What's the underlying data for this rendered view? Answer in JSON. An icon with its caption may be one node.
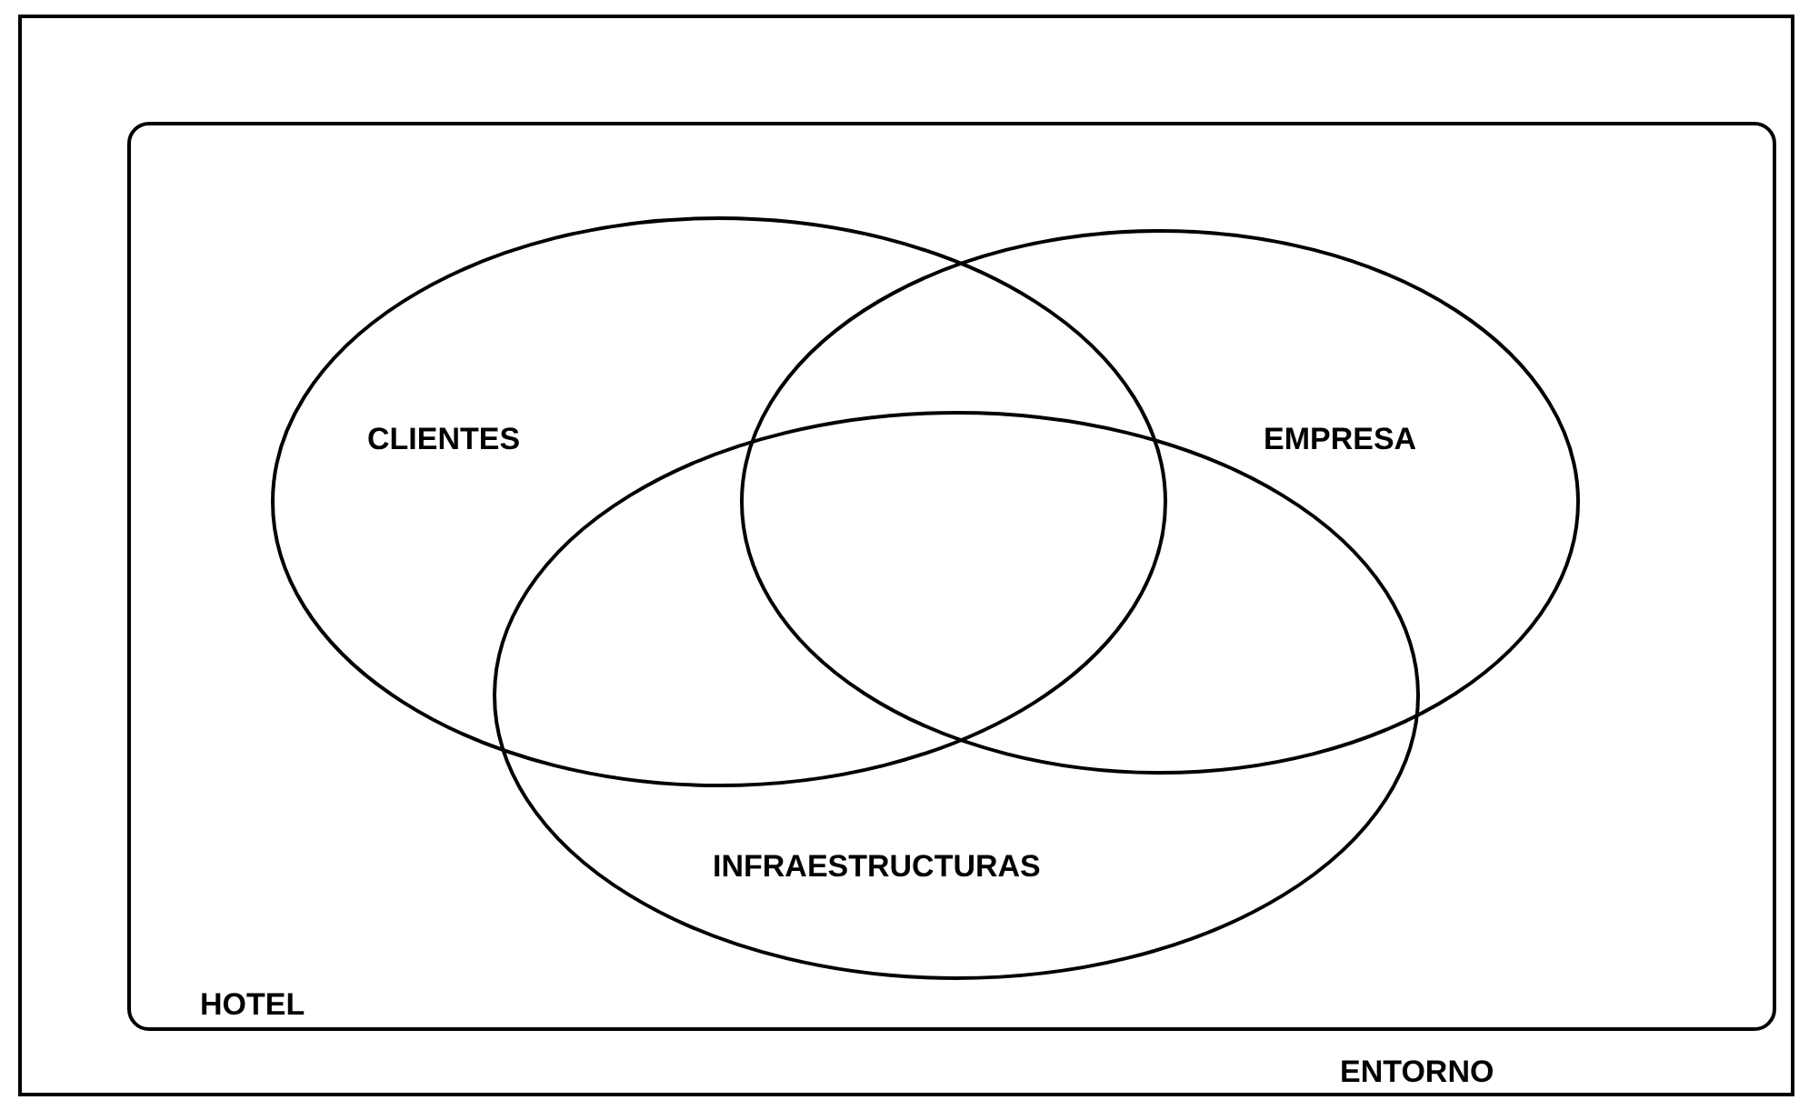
{
  "diagram": {
    "nodes": [
      {
        "text": [
          "ENTORNO"
        ]
      },
      {
        "text": [
          "HOTEL"
        ],
        "in": 0
      },
      {
        "text": [
          "CLIENTES"
        ],
        "in": 1
      },
      {
        "text": [
          "EMPRESA"
        ],
        "in": 1
      },
      {
        "text": [
          "INFRAESTRUCTURAS"
        ],
        "in": 1
      }
    ]
  }
}
